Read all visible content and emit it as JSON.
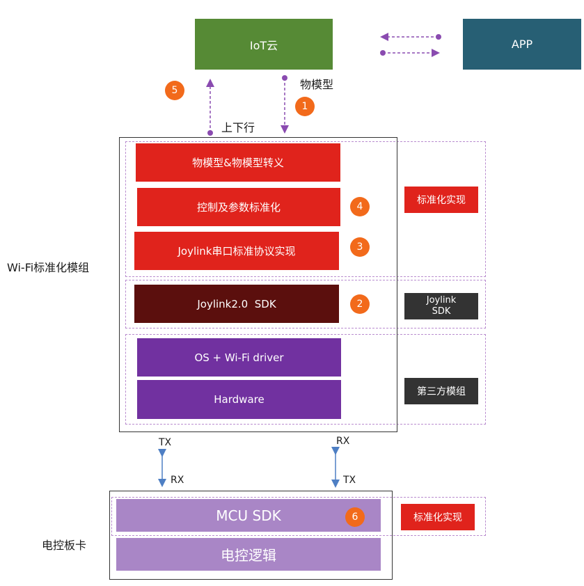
{
  "nodes": {
    "iot_cloud": "IoT云",
    "app": "APP",
    "wotm": "物模型&物模型转义",
    "control": "控制及参数标准化",
    "serial": "Joylink串口标准协议实现",
    "sdk": "Joylink2.0  SDK",
    "os": "OS + Wi-Fi driver",
    "hardware": "Hardware",
    "mcu_sdk": "MCU SDK",
    "mcu_logic": "电控逻辑"
  },
  "labels": {
    "thing_model": "物模型",
    "updown": "上下行",
    "wifi_module": "Wi-Fi标准化模组",
    "board": "电控板卡",
    "tx_left": "TX",
    "rx_left": "RX",
    "rx_right": "RX",
    "tx_right": "TX"
  },
  "tags": {
    "std_impl": "标准化实现",
    "joylink_sdk_line1": "Joylink",
    "joylink_sdk_line2": "SDK",
    "third_party": "第三方模组",
    "std_impl_mcu": "标准化实现"
  },
  "badges": [
    "1",
    "2",
    "3",
    "4",
    "5",
    "6"
  ],
  "colors": {
    "cloud": "#568a35",
    "app": "#275f74",
    "red": "#e0231c",
    "dark_red": "#5b0f0d",
    "purple": "#7131a0",
    "light_purple": "#a986c6",
    "dark_gray": "#333333",
    "badge": "#f26a1b",
    "dashed": "#b98ccf",
    "arrow_purple": "#8a4bb0",
    "arrow_blue": "#4e7fc4"
  }
}
